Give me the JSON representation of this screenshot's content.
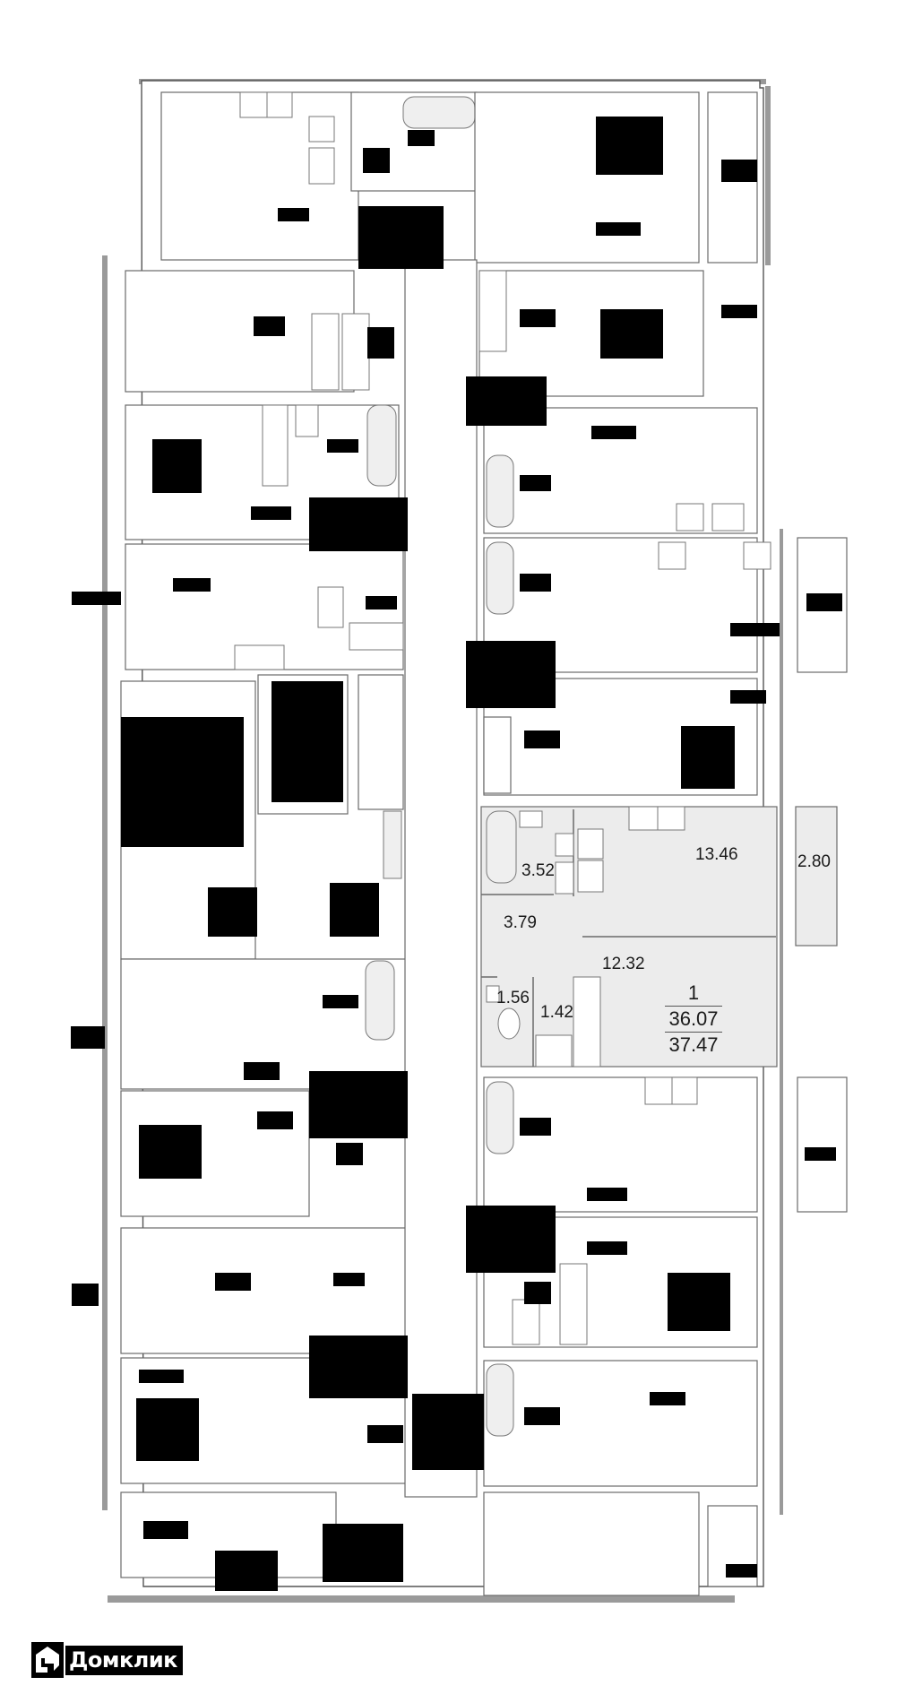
{
  "floor_plan": {
    "highlighted_apartment": {
      "rooms_count": "1",
      "living_area": "36.07",
      "total_area": "37.47",
      "room_areas": {
        "bathroom": "3.52",
        "hall": "3.79",
        "kitchen_living": "13.46",
        "balcony": "2.80",
        "bedroom": "12.32",
        "toilet": "1.56",
        "closet": "1.42"
      },
      "fill_color": "#ececec"
    },
    "colors": {
      "wall_stroke": "#555555",
      "redaction": "#000000",
      "background": "#ffffff"
    }
  },
  "branding": {
    "logo_text": "Домклик",
    "logo_icon": "house-logo-icon"
  }
}
